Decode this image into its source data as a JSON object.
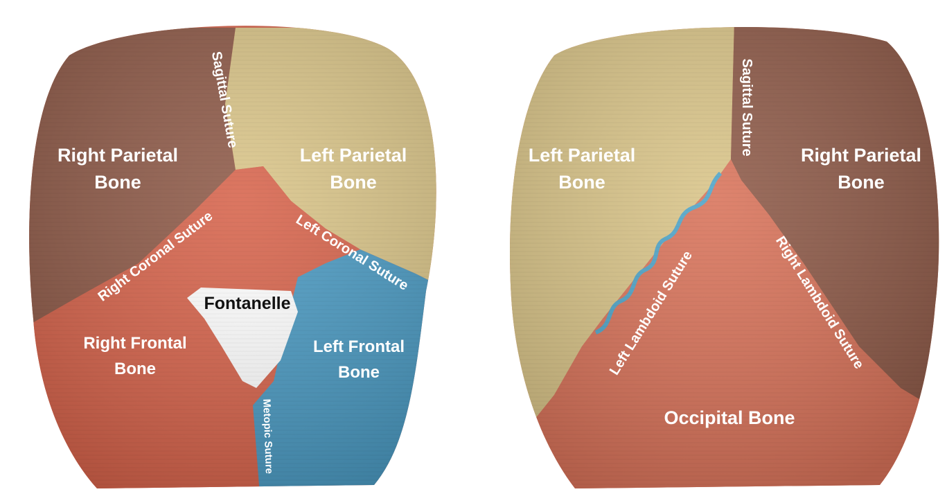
{
  "colors": {
    "parietal_right": "#8e5a48",
    "parietal_left": "#d9c488",
    "frontal_right": "#d7644c",
    "frontal_left": "#4b9ac2",
    "fontanelle": "#ffffff",
    "occipital": "#d9735a",
    "label_text": "#ffffff"
  },
  "front_view": {
    "right_parietal": [
      "Right Parietal",
      "Bone"
    ],
    "left_parietal": [
      "Left Parietal",
      "Bone"
    ],
    "right_frontal": [
      "Right Frontal",
      "Bone"
    ],
    "left_frontal": [
      "Left Frontal",
      "Bone"
    ],
    "sagittal_suture": "Sagittal Suture",
    "right_coronal_suture": "Right Coronal Suture",
    "left_coronal_suture": "Left Coronal Suture",
    "fontanelle": "Fontanelle",
    "metopic_suture": "Metopic Suture"
  },
  "back_view": {
    "left_parietal": [
      "Left Parietal",
      "Bone"
    ],
    "right_parietal": [
      "Right Parietal",
      "Bone"
    ],
    "sagittal_suture": "Sagittal Suture",
    "left_lambdoid_suture": "Left Lambdoid Suture",
    "right_lambdoid_suture": "Right Lambdoid Suture",
    "occipital_bone": "Occipital Bone"
  }
}
